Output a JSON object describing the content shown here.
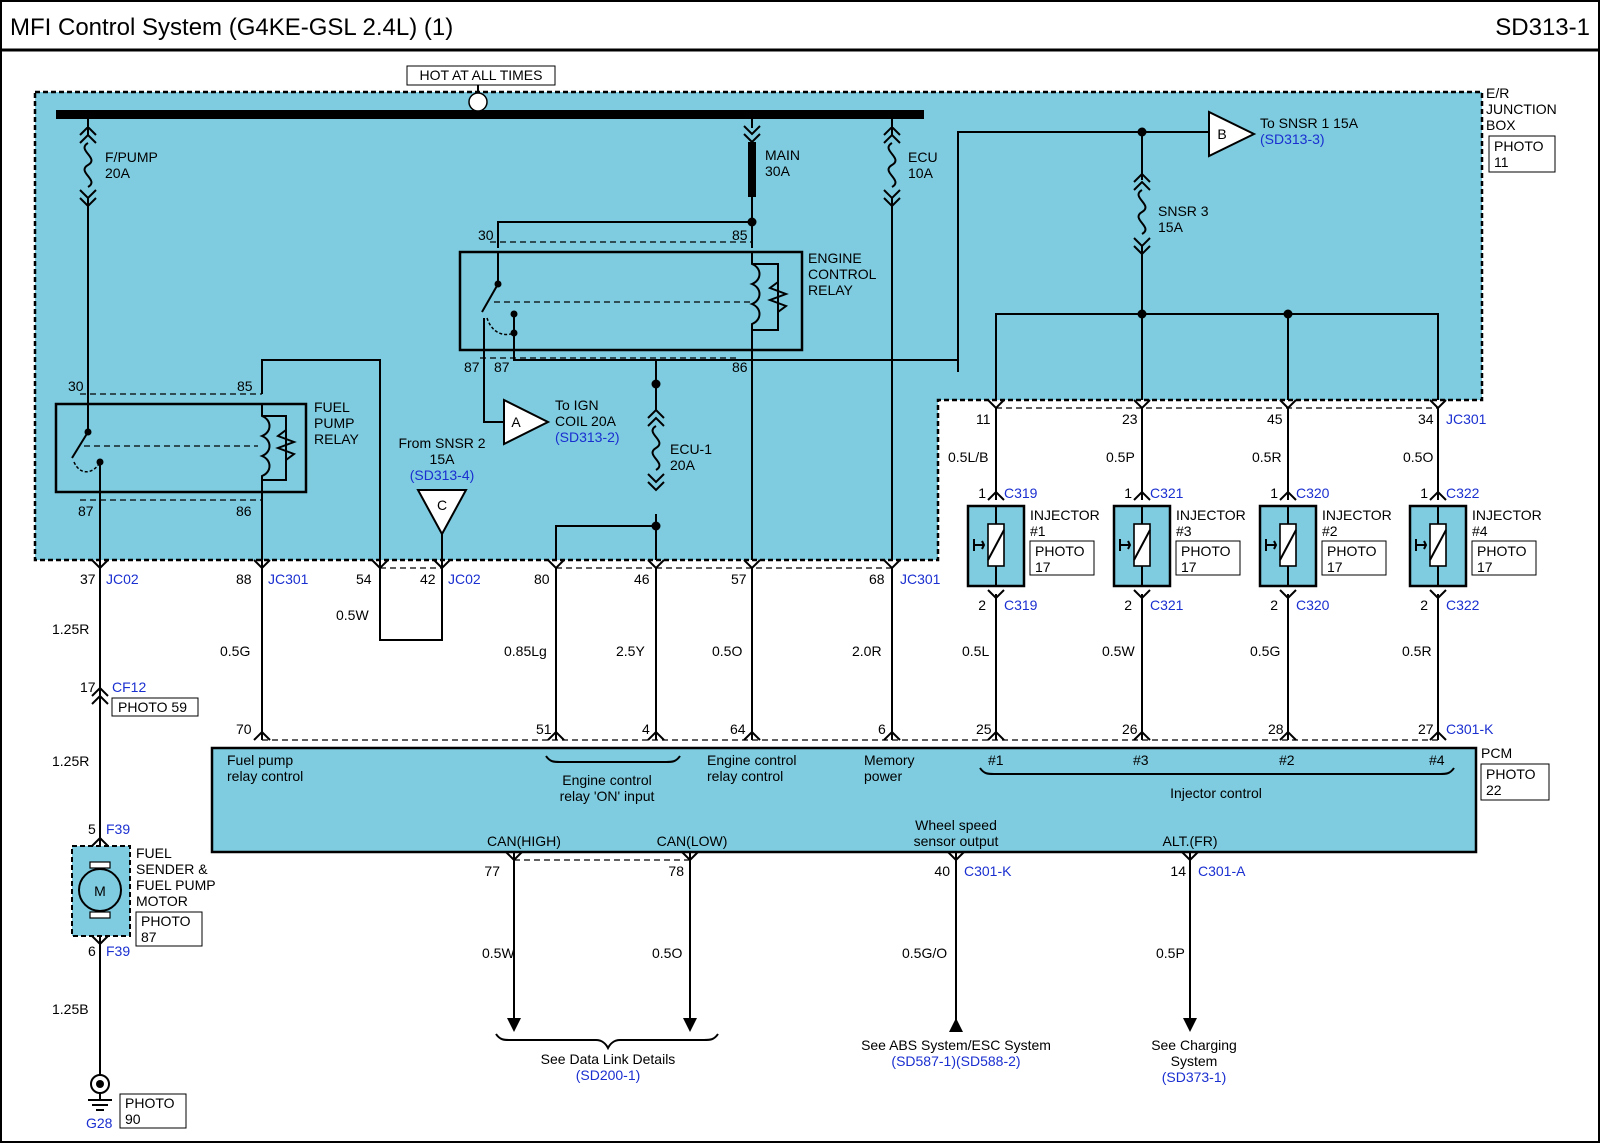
{
  "header": {
    "title": "MFI Control System (G4KE-GSL 2.4L) (1)",
    "code": "SD313-1"
  },
  "colors": {
    "box_fill": "#7fcce0",
    "blue_text": "#1a2fd0",
    "ink": "#000000"
  },
  "labels": {
    "hot": "HOT AT ALL TIMES",
    "jb1": "E/R",
    "jb2": "JUNCTION",
    "jb3": "BOX",
    "jb_photo1": "PHOTO",
    "jb_photo2": "11",
    "fpump1": "F/PUMP",
    "fpump2": "20A",
    "main1": "MAIN",
    "main2": "30A",
    "ecu1": "ECU",
    "ecu2": "10A",
    "snsr3a": "SNSR 3",
    "snsr3b": "15A",
    "ecu1f1": "ECU-1",
    "ecu1f2": "20A",
    "toB1": "To SNSR 1 15A",
    "toB2": "(SD313-3)",
    "toA1": "To IGN",
    "toA2": "COIL 20A",
    "toA3": "(SD313-2)",
    "fromC1": "From SNSR 2",
    "fromC2": "15A",
    "fromC3": "(SD313-4)",
    "B": "B",
    "A": "A",
    "C": "C",
    "ecr1": "ENGINE",
    "ecr2": "CONTROL",
    "ecr3": "RELAY",
    "fpr1": "FUEL",
    "fpr2": "PUMP",
    "fpr3": "RELAY",
    "p30a": "30",
    "p85a": "85",
    "p87a": "87",
    "p87b": "87",
    "p86a": "86",
    "p30b": "30",
    "p85b": "85",
    "p87c": "87",
    "p86b": "86",
    "pin37": "37",
    "jc02a": "JC02",
    "pin88": "88",
    "jc301a": "JC301",
    "pin54": "54",
    "pin42": "42",
    "jc02b": "JC02",
    "pin80": "80",
    "pin46": "46",
    "pin57": "57",
    "pin68": "68",
    "jc301b": "JC301",
    "pin11": "11",
    "pin23": "23",
    "pin45": "45",
    "pin34": "34",
    "jc301c": "JC301",
    "w1_25r_a": "1.25R",
    "w0_5g": "0.5G",
    "w0_5w_loop": "0.5W",
    "w0_85lg": "0.85Lg",
    "w2_5y": "2.5Y",
    "w0_5o": "0.5O",
    "w2_0r": "2.0R",
    "w0_5lb": "0.5L/B",
    "w0_5p": "0.5P",
    "w0_5r_a": "0.5R",
    "w0_5o_b": "0.5O",
    "w0_5l": "0.5L",
    "w0_5w_b": "0.5W",
    "w0_5g_b": "0.5G",
    "w0_5r_b": "0.5R",
    "pin17": "17",
    "cf12": "CF12",
    "photo59": "PHOTO 59",
    "w1_25r_b": "1.25R",
    "pin5": "5",
    "f39a": "F39",
    "pin6": "6",
    "f39b": "F39",
    "w1_25b": "1.25B",
    "fs1": "FUEL",
    "fs2": "SENDER &",
    "fs3": "FUEL PUMP",
    "fs4": "MOTOR",
    "fs_photo1": "PHOTO",
    "fs_photo2": "87",
    "motor": "M",
    "g28": "G28",
    "g_photo1": "PHOTO",
    "g_photo2": "90",
    "inj1a": "INJECTOR",
    "inj1b": "#1",
    "inj3a": "INJECTOR",
    "inj3b": "#3",
    "inj2a": "INJECTOR",
    "inj2b": "#2",
    "inj4a": "INJECTOR",
    "inj4b": "#4",
    "inj_photo": "PHOTO",
    "inj_photo_n": "17",
    "c319": "C319",
    "c321": "C321",
    "c320": "C320",
    "c322": "C322",
    "one": "1",
    "two": "2",
    "pin70": "70",
    "pin51": "51",
    "pin4": "4",
    "pin64": "64",
    "pin6b": "6",
    "pin25": "25",
    "pin26": "26",
    "pin28": "28",
    "pin27": "27",
    "c301k": "C301-K",
    "pcm": "PCM",
    "pcm_photo1": "PHOTO",
    "pcm_photo2": "22",
    "fprc1": "Fuel pump",
    "fprc2": "relay control",
    "ecron1": "Engine control",
    "ecron2": "relay 'ON' input",
    "ecrc1": "Engine control",
    "ecrc2": "relay control",
    "mem1": "Memory",
    "mem2": "power",
    "inj_n1": "#1",
    "inj_n3": "#3",
    "inj_n2": "#2",
    "inj_n4": "#4",
    "injctl": "Injector control",
    "canh": "CAN(HIGH)",
    "canl": "CAN(LOW)",
    "wss1": "Wheel speed",
    "wss2": "sensor output",
    "alt": "ALT.(FR)",
    "pin77": "77",
    "pin78": "78",
    "pin40": "40",
    "c301k_b": "C301-K",
    "pin14": "14",
    "c301a": "C301-A",
    "w0_5w_c": "0.5W",
    "w0_5o_c": "0.5O",
    "w0_5go": "0.5G/O",
    "w0_5p_b": "0.5P",
    "dl1": "See Data Link Details",
    "dl2": "(SD200-1)",
    "abs1": "See ABS System/ESC System",
    "abs2": "(SD587-1)(SD588-2)",
    "chg1": "See Charging",
    "chg2": "System",
    "chg3": "(SD373-1)"
  }
}
